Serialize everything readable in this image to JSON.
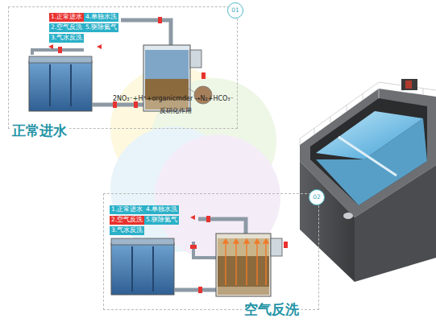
{
  "diagram": {
    "nodes": [
      {
        "text": [
          "01"
        ]
      },
      {
        "text": [
          "1.正常进水"
        ],
        "in": 0
      },
      {
        "text": [
          "4.单独水洗"
        ],
        "in": 0
      },
      {
        "text": [
          "2.空气反洗"
        ],
        "in": 0
      },
      {
        "text": [
          "5.驱除氮气"
        ],
        "in": 0
      },
      {
        "text": [
          "3.气水反洗"
        ],
        "in": 0
      },
      {
        "text": [
          "02"
        ]
      },
      {
        "text": [
          "1.正常进水"
        ],
        "in": 6
      },
      {
        "text": [
          "4.单独水洗"
        ],
        "in": 6
      },
      {
        "text": [
          "2.空气反洗"
        ],
        "in": 6
      },
      {
        "text": [
          "5.驱除氮气"
        ],
        "in": 6
      },
      {
        "text": [
          "3.气水反洗"
        ],
        "in": 6
      }
    ],
    "labels": [
      "2NO₃⁻+H⁺+organicmder →N₂+HCO₃⁻",
      "反硝化作用",
      "正常进水",
      "空气反洗"
    ]
  }
}
